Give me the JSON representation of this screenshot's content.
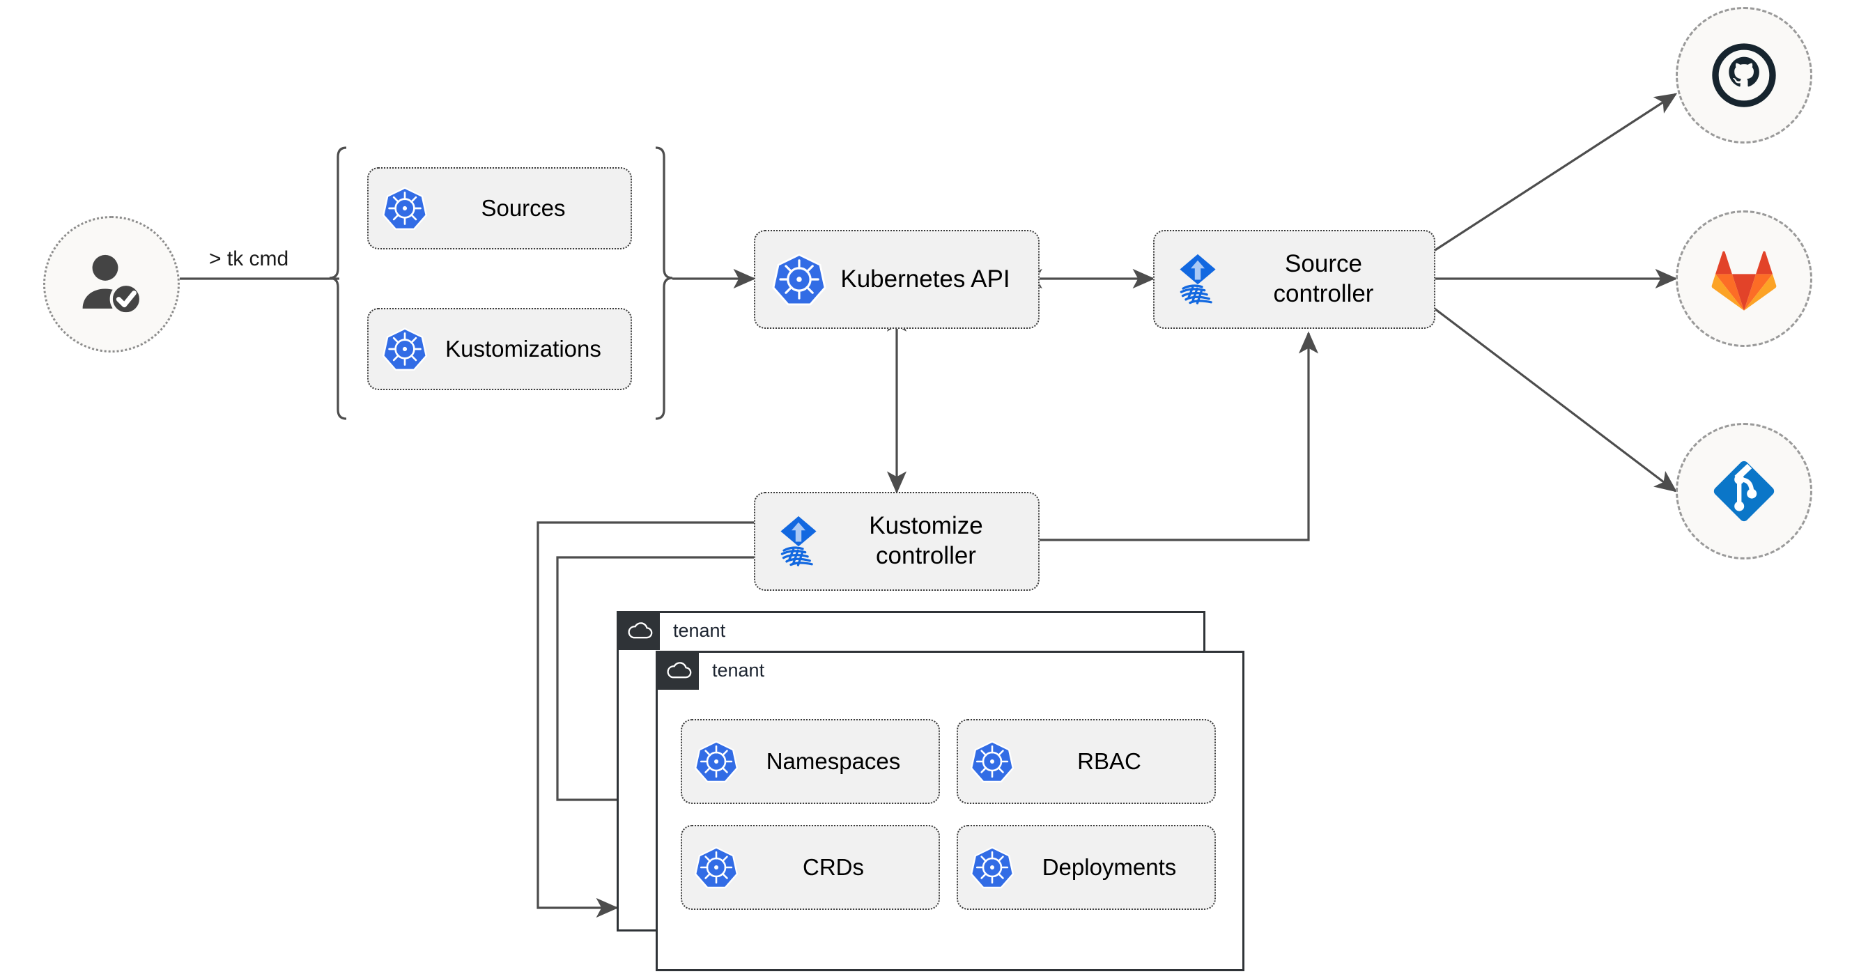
{
  "diagram": {
    "title": "Flux GitOps multi-tenancy architecture",
    "background": "#ffffff",
    "node_fill": "#f1f1f1",
    "node_border": "#3a3a3a",
    "wire_color": "#4d4d4d",
    "accent_k8s": "#326ce5",
    "accent_flux": "#0b64dd",
    "tenant_header": "#2f3337"
  },
  "actor": {
    "name": "operator",
    "icon": "user-check-icon",
    "fill": "#faf9f7",
    "icon_color": "#444444"
  },
  "command": {
    "label": "> tk cmd"
  },
  "resource_group": {
    "bracket": "curly-brace",
    "items": [
      {
        "label": "Sources",
        "icon": "kubernetes-icon"
      },
      {
        "label": "Kustomizations",
        "icon": "kubernetes-icon"
      }
    ]
  },
  "core": [
    {
      "id": "k8s-api",
      "label": "Kubernetes API",
      "icon": "kubernetes-icon"
    },
    {
      "id": "source-controller",
      "label": "Source\ncontroller",
      "icon": "flux-icon"
    },
    {
      "id": "kustomize-controller",
      "label": "Kustomize\ncontroller",
      "icon": "flux-icon"
    }
  ],
  "providers": [
    {
      "id": "github",
      "name": "GitHub",
      "icon": "github-icon",
      "color": "#16242e"
    },
    {
      "id": "gitlab",
      "name": "GitLab",
      "icon": "gitlab-icon",
      "colors": [
        "#e24329",
        "#fc6d26",
        "#fca326"
      ]
    },
    {
      "id": "azure-repos",
      "name": "Azure Repos",
      "icon": "azure-repos-icon",
      "color": "#0b76c8"
    }
  ],
  "tenants": [
    {
      "label": "tenant",
      "icon": "cloud-icon"
    },
    {
      "label": "tenant",
      "icon": "cloud-icon"
    }
  ],
  "tenant_resources": [
    {
      "label": "Namespaces",
      "icon": "kubernetes-icon"
    },
    {
      "label": "RBAC",
      "icon": "kubernetes-icon"
    },
    {
      "label": "CRDs",
      "icon": "kubernetes-icon"
    },
    {
      "label": "Deployments",
      "icon": "kubernetes-icon"
    }
  ],
  "connections": [
    {
      "from": "operator",
      "to": "resource-group",
      "type": "line"
    },
    {
      "from": "resource-group",
      "to": "k8s-api",
      "type": "arrow"
    },
    {
      "from": "k8s-api",
      "to": "source-controller",
      "type": "bidirectional-arrow"
    },
    {
      "from": "k8s-api",
      "to": "kustomize-controller",
      "type": "bidirectional-arrow"
    },
    {
      "from": "source-controller",
      "to": "github",
      "type": "arrow"
    },
    {
      "from": "source-controller",
      "to": "gitlab",
      "type": "arrow"
    },
    {
      "from": "source-controller",
      "to": "azure-repos",
      "type": "arrow"
    },
    {
      "from": "kustomize-controller",
      "to": "source-controller",
      "type": "arrow"
    },
    {
      "from": "kustomize-controller",
      "to": "tenant-1",
      "type": "arrow"
    },
    {
      "from": "kustomize-controller",
      "to": "tenant-2",
      "type": "arrow"
    }
  ]
}
